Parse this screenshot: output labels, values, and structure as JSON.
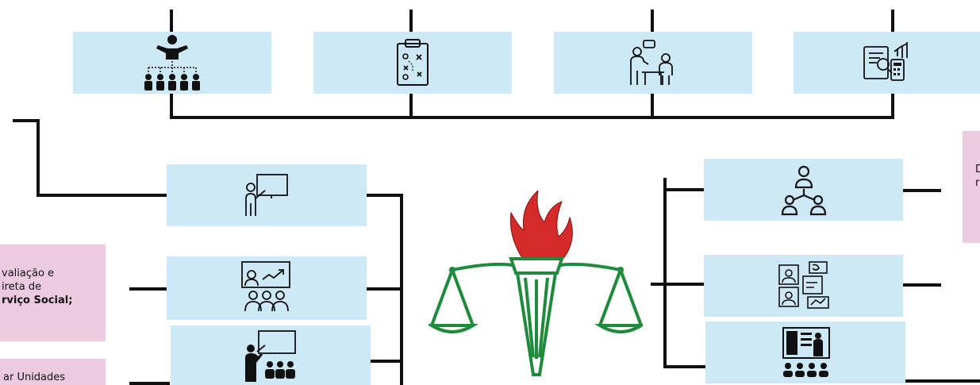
{
  "colors": {
    "box_fill": "#cde9f8",
    "note_fill": "#eccbe1",
    "line": "#111111",
    "flame_red": "#d42a2a",
    "emblem_green": "#1f8a3c"
  },
  "top_boxes": [
    {
      "icon": "leader-team-hierarchy-icon"
    },
    {
      "icon": "clipboard-strategy-icon"
    },
    {
      "icon": "meeting-discussion-icon"
    },
    {
      "icon": "report-analysis-calculator-icon"
    }
  ],
  "left_boxes": [
    {
      "icon": "teacher-whiteboard-icon"
    },
    {
      "icon": "presentation-audience-icon"
    },
    {
      "icon": "lecture-group-icon"
    }
  ],
  "right_boxes": [
    {
      "icon": "network-people-icon"
    },
    {
      "icon": "video-call-collaboration-icon"
    },
    {
      "icon": "online-presentation-icon"
    }
  ],
  "left_notes": {
    "note1": {
      "line1": "valiação e",
      "line2": "ireta de",
      "line3": "rviço Social;"
    },
    "note2": {
      "line1": "ar Unidades"
    }
  },
  "right_note": {
    "line1": "D",
    "line2": "r"
  },
  "emblem": {
    "icon": "torch-scales-of-justice-emblem"
  }
}
